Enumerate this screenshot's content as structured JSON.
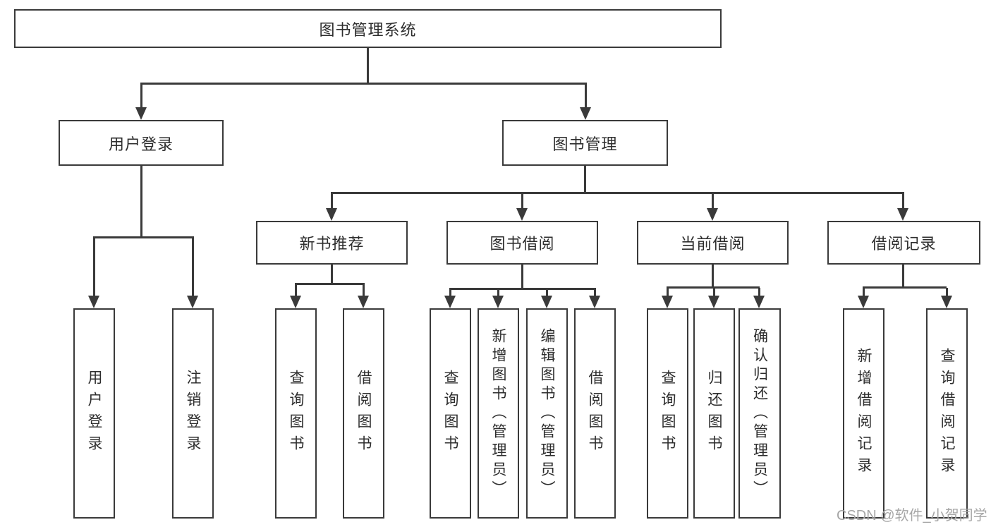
{
  "diagram": {
    "title": "图书管理系统",
    "level2": [
      {
        "label": "用户登录"
      },
      {
        "label": "图书管理"
      }
    ],
    "level3": [
      {
        "label": "新书推荐",
        "parent": "图书管理"
      },
      {
        "label": "图书借阅",
        "parent": "图书管理"
      },
      {
        "label": "当前借阅",
        "parent": "图书管理"
      },
      {
        "label": "借阅记录",
        "parent": "图书管理"
      }
    ],
    "leaves": [
      {
        "label": "用户登录",
        "parent": "用户登录"
      },
      {
        "label": "注销登录",
        "parent": "用户登录"
      },
      {
        "label": "查询图书",
        "parent": "新书推荐"
      },
      {
        "label": "借阅图书",
        "parent": "新书推荐"
      },
      {
        "label": "查询图书",
        "parent": "图书借阅"
      },
      {
        "label": "新增图书（管理员）",
        "parent": "图书借阅"
      },
      {
        "label": "编辑图书（管理员）",
        "parent": "图书借阅"
      },
      {
        "label": "借阅图书",
        "parent": "图书借阅"
      },
      {
        "label": "查询图书",
        "parent": "当前借阅"
      },
      {
        "label": "归还图书",
        "parent": "当前借阅"
      },
      {
        "label": "确认归还（管理员）",
        "parent": "当前借阅"
      },
      {
        "label": "新增借阅记录",
        "parent": "借阅记录"
      },
      {
        "label": "查询借阅记录",
        "parent": "借阅记录"
      }
    ],
    "colors": {
      "line": "#3a3a3a",
      "text": "#2d2d2d",
      "background": "#ffffff",
      "watermark": "#a6a6a6"
    },
    "watermark": "CSDN @软件_小贺同学"
  }
}
